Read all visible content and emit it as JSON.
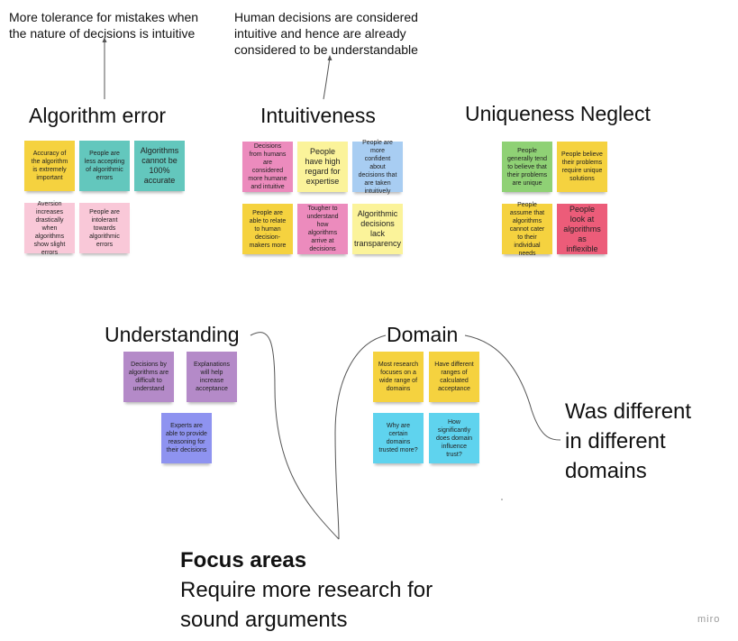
{
  "top_notes": {
    "left": "More tolerance for mistakes when the nature of decisions is intuitive",
    "center": "Human decisions are considered intuitive and hence are already considered to be understandable"
  },
  "headings": {
    "algorithm_error": "Algorithm error",
    "intuitiveness": "Intuitiveness",
    "uniqueness_neglect": "Uniqueness Neglect",
    "understanding": "Understanding",
    "domain": "Domain"
  },
  "algorithm_error_notes": [
    "Accuracy of the algorithm is extremely important",
    "People are less accepting of algorithmic errors",
    "Algorithms cannot be 100% accurate",
    "Aversion increases drastically when algorithms show slight errors",
    "People are intolerant towards algorithmic errors"
  ],
  "intuitiveness_notes": [
    "Decisions from humans are considered more humane and intuitive",
    "People have high regard for expertise",
    "People are more confident about decisions that are taken intuitively",
    "People are able to relate to human decision-makers more",
    "Tougher to understand how algorithms arrive at decisions",
    "Algorithmic decisions lack transparency"
  ],
  "uniqueness_notes": [
    "People generally tend to believe that their problems are unique",
    "People believe their problems require unique solutions",
    "People assume that algorithms cannot cater to their individual needs",
    "People look at algorithms as inflexible"
  ],
  "understanding_notes": [
    "Decisions by algorithms are difficult to understand",
    "Explanations will help increase acceptance",
    "Experts are able to provide reasoning for their decisions"
  ],
  "domain_notes": [
    "Most research focuses on a wide range of domains",
    "Have different ranges of calculated acceptance",
    "Why are certain domains trusted more?",
    "How significantly does domain influence trust?"
  ],
  "domain_comment": [
    "Was different",
    "in different",
    "domains"
  ],
  "focus": {
    "title": "Focus areas",
    "line1": "Require more research for",
    "line2": "sound arguments"
  },
  "watermark": "miro"
}
